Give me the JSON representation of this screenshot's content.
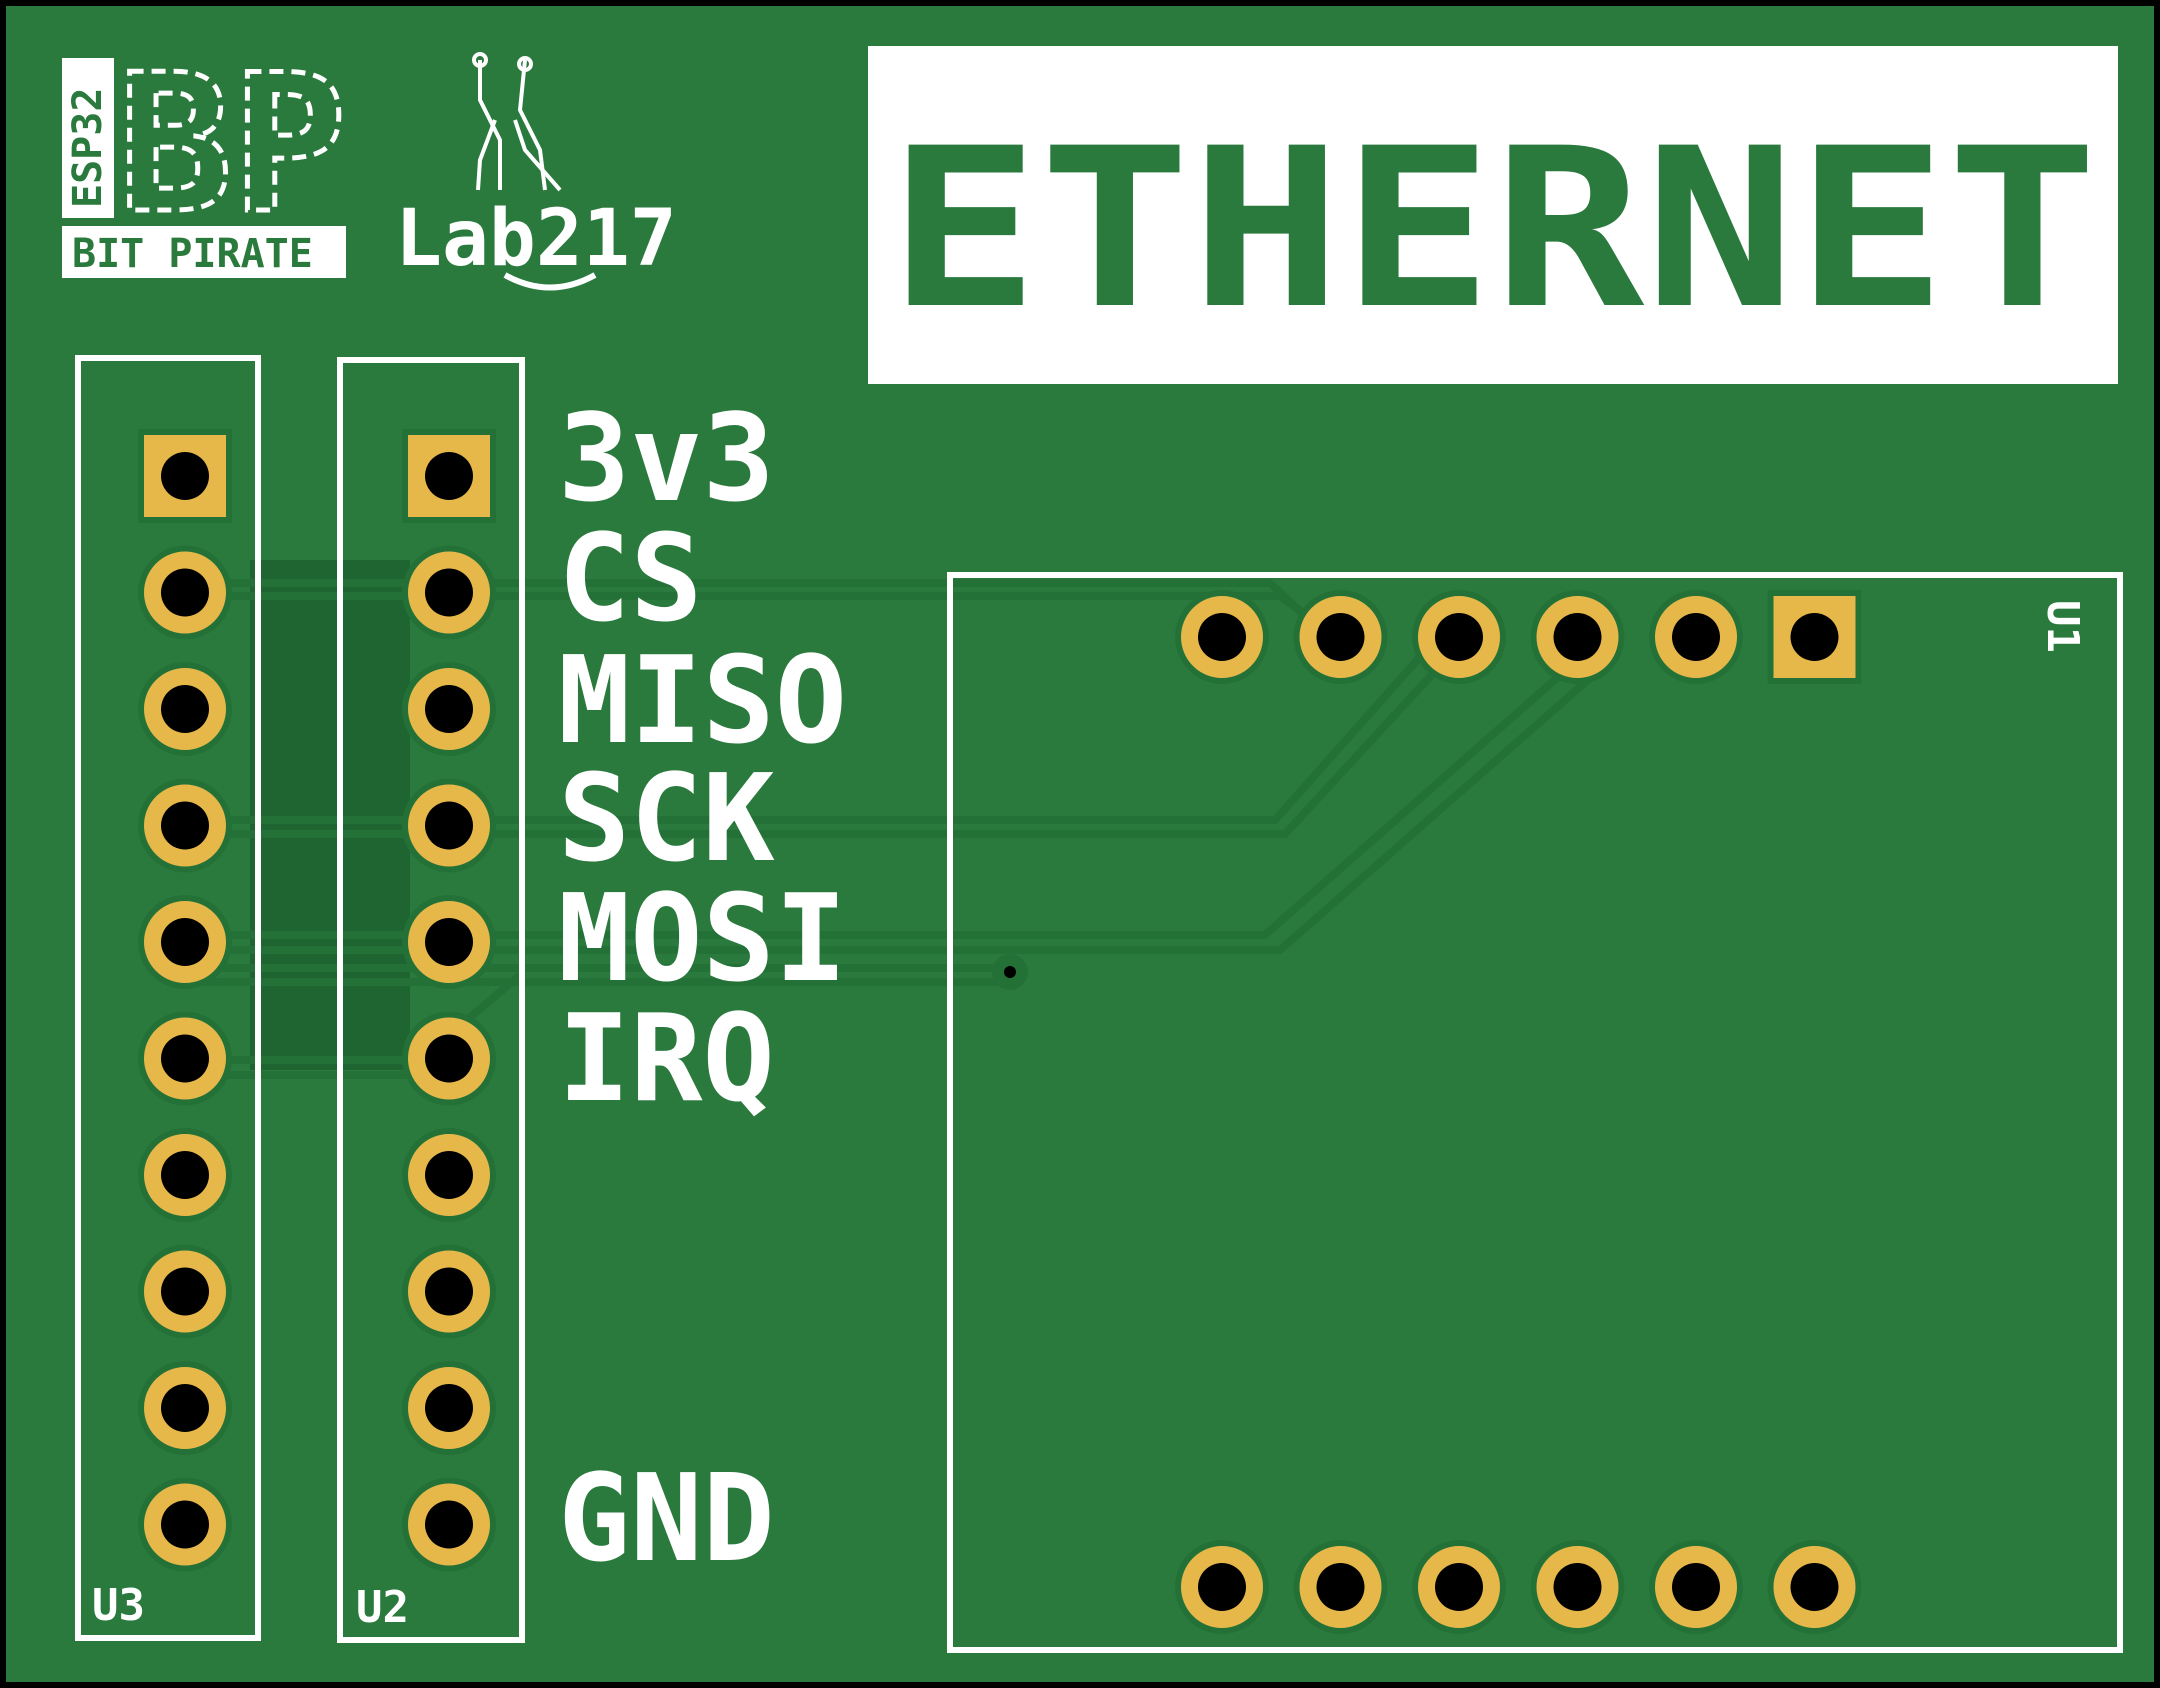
{
  "colors": {
    "board_green": "#2a7a3e",
    "dark_green": "#1f6531",
    "trace_green": "#247138",
    "silkscreen": "#ffffff",
    "pad_gold": "#e6b84a",
    "drill": "#000000",
    "text_green": "#2a7a3e"
  },
  "logos": {
    "esp32_vertical": "ESP32",
    "bp_letters": "BP",
    "bit_pirate": "BIT PIRATE",
    "lab": "Lab217"
  },
  "title_box": {
    "text": "ETHERNET"
  },
  "labels": {
    "pin1": "3v3",
    "pin2": "CS",
    "pin3": "MISO",
    "pin4": "SCK",
    "pin5": "MOSI",
    "pin6": "IRQ",
    "pin10": "GND"
  },
  "refdes": {
    "u1": "U1",
    "u2": "U2",
    "u3": "U3"
  },
  "headers": {
    "pin_count": 10
  },
  "module": {
    "pins_per_row": 6
  }
}
